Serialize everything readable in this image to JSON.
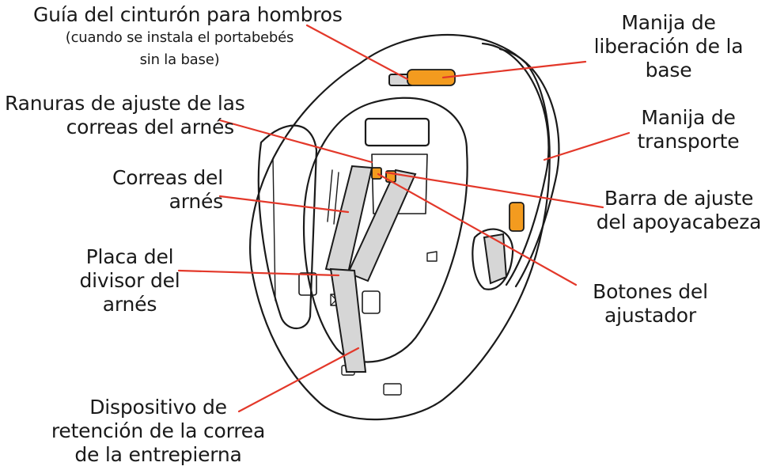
{
  "colors": {
    "leader": "#e3382a",
    "accent": "#f39b1f",
    "strap": "#d6d6d6",
    "outline": "#1a1a1a"
  },
  "labels": {
    "shoulder_belt_guide": {
      "line1": "Guía del cinturón para hombros",
      "line2": "(cuando se instala el portabebés",
      "line3": "sin la base)"
    },
    "base_release_handle": {
      "line1": "Manija de",
      "line2": "liberación de la",
      "line3": "base"
    },
    "harness_slots": {
      "line1": "Ranuras de ajuste de las",
      "line2": "correas del arnés"
    },
    "carry_handle": {
      "line1": "Manija de",
      "line2": "transporte"
    },
    "harness_straps": {
      "line1": "Correas del",
      "line2": "arnés"
    },
    "headrest_bar": {
      "line1": "Barra de ajuste",
      "line2": "del apoyacabeza"
    },
    "splitter_plate": {
      "line1": "Placa del",
      "line2": "divisor del",
      "line3": "arnés"
    },
    "adjuster_buttons": {
      "line1": "Botones del",
      "line2": "ajustador"
    },
    "crotch_retainer": {
      "line1": "Dispositivo de",
      "line2": "retención de la correa",
      "line3": "de la entrepierna"
    }
  }
}
